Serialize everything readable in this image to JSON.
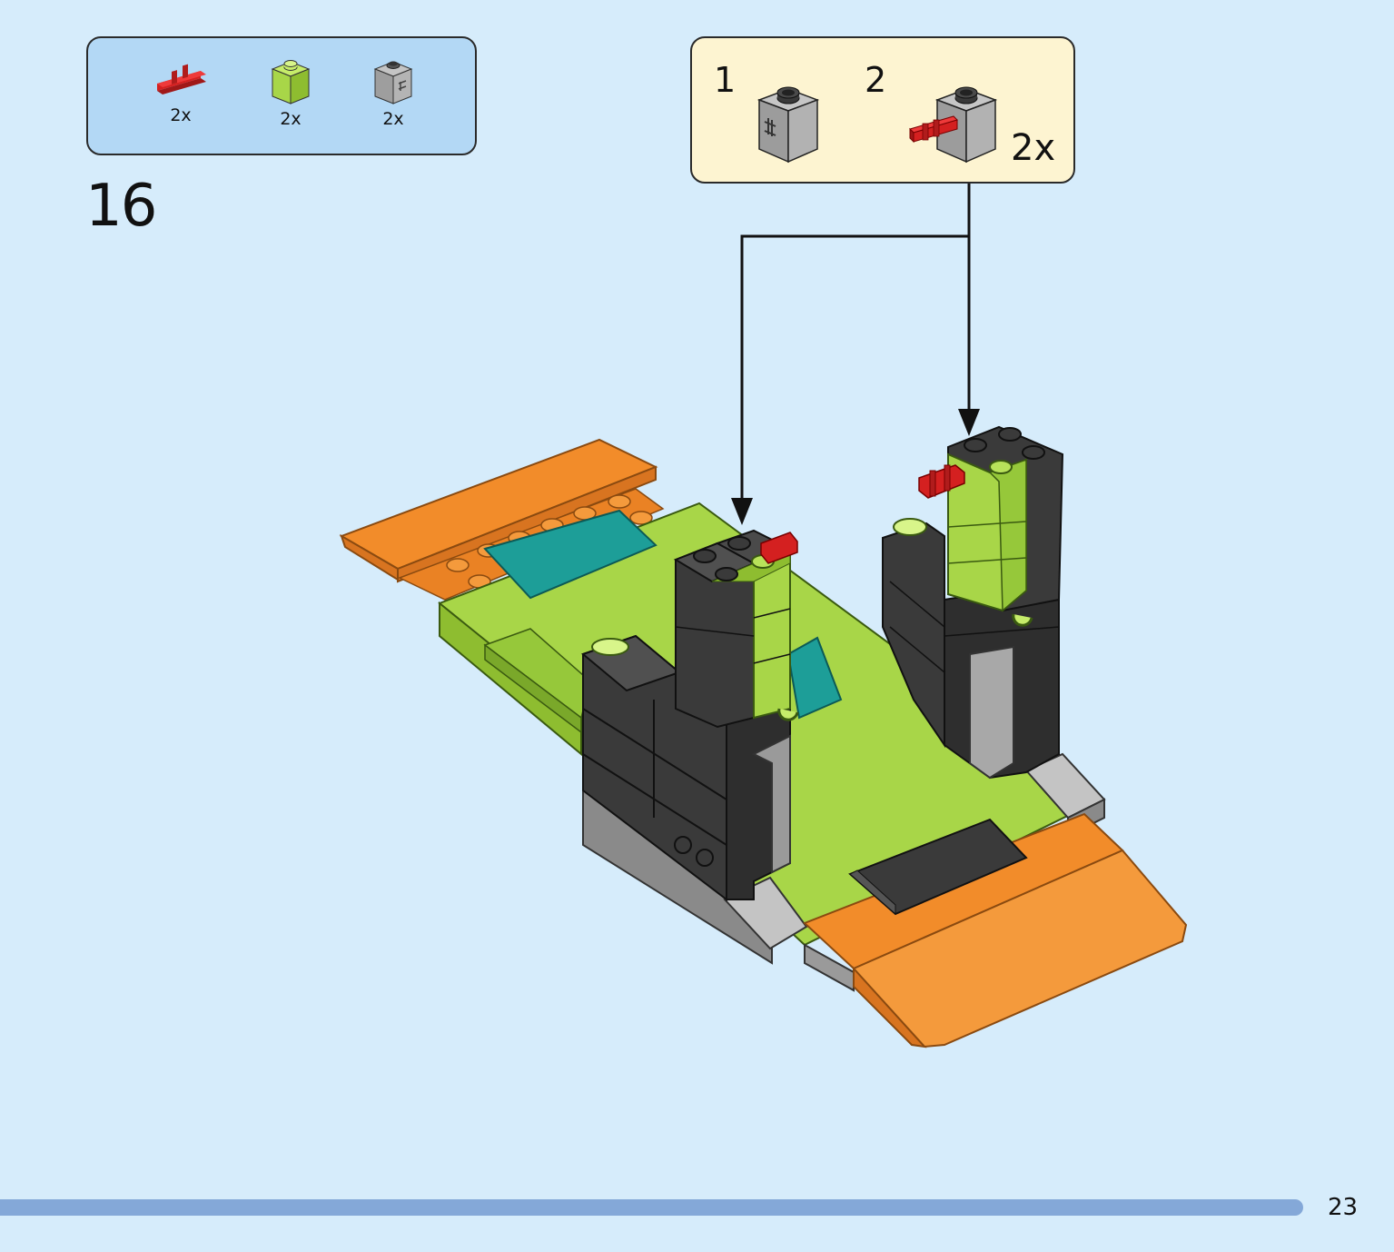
{
  "parts_list": [
    {
      "icon": "red-connector-icon",
      "qty": "2x"
    },
    {
      "icon": "lime-brick-icon",
      "qty": "2x"
    },
    {
      "icon": "grey-clip-brick-icon",
      "qty": "2x"
    }
  ],
  "step": {
    "number": "16"
  },
  "substeps": [
    {
      "number": "1",
      "icon": "grey-clip-brick-icon"
    },
    {
      "number": "2",
      "icon": "grey-brick-with-red-connector-icon",
      "qty": "2x"
    }
  ],
  "page": {
    "number": "23"
  },
  "colors": {
    "background": "#d6ecfb",
    "parts_box": "#b3d8f5",
    "substep_box": "#fdf4d1",
    "footer_bar": "#84a8d8",
    "lime": "#a8d648",
    "orange": "#f28c2a",
    "dark_grey": "#3a3a3a",
    "teal": "#1d9e98",
    "red": "#d42020"
  }
}
